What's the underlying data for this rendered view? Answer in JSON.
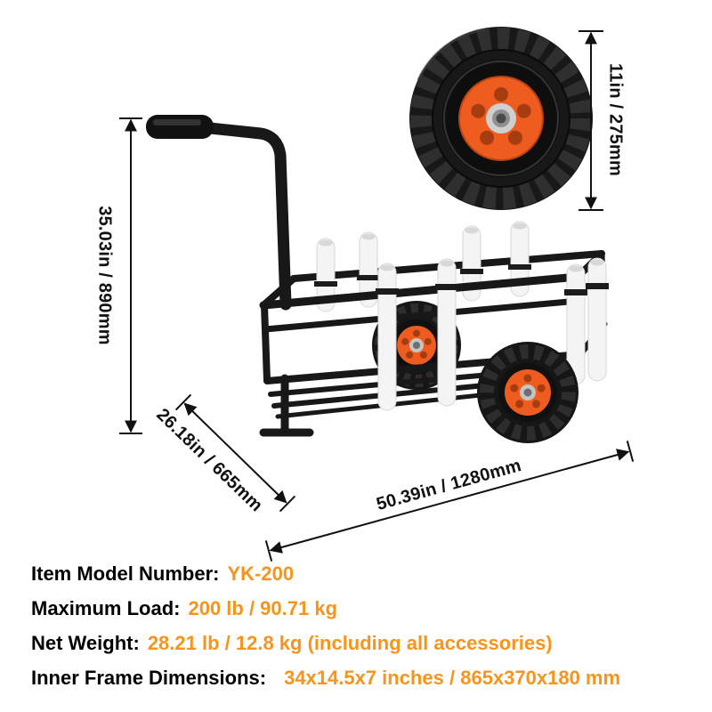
{
  "illustration": {
    "name": "beach-fishing-cart-dimension-diagram",
    "colors": {
      "accent_text": "#f7941d",
      "wheel_hub": "#ee5c1f",
      "frame": "#181818",
      "rod_holder": "#f4f4f4"
    }
  },
  "dimensions": {
    "wheel": "11in / 275mm",
    "height": "35.03in / 890mm",
    "depth": "26.18in / 665mm",
    "length": "50.39in / 1280mm"
  },
  "specs": [
    {
      "label": "Item Model Number:",
      "value": "YK-200"
    },
    {
      "label": "Maximum Load:",
      "value": "200 lb / 90.71 kg"
    },
    {
      "label": "Net Weight:",
      "value": "28.21 lb / 12.8 kg (including all accessories)"
    },
    {
      "label": "Inner Frame Dimensions:",
      "value": "34x14.5x7 inches / 865x370x180 mm"
    }
  ]
}
